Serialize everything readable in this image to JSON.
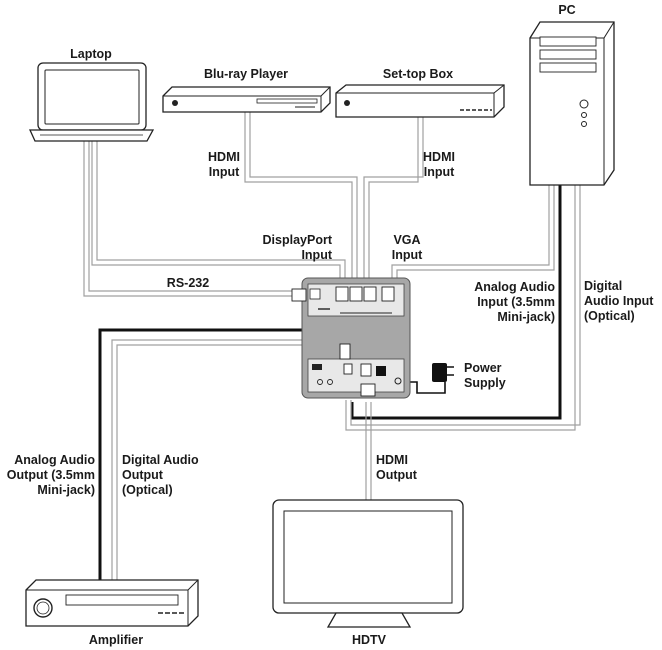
{
  "devices": {
    "laptop": "Laptop",
    "bluray": "Blu-ray Player",
    "settop": "Set-top Box",
    "pc": "PC",
    "amplifier": "Amplifier",
    "hdtv": "HDTV"
  },
  "connections": {
    "hdmi_input_left": [
      "HDMI",
      "Input"
    ],
    "hdmi_input_right": [
      "HDMI",
      "Input"
    ],
    "displayport_input": [
      "DisplayPort",
      "Input"
    ],
    "vga_input": [
      "VGA",
      "Input"
    ],
    "rs232": "RS-232",
    "analog_audio_input": [
      "Analog Audio",
      "Input (3.5mm",
      "Mini-jack)"
    ],
    "digital_audio_input": [
      "Digital",
      "Audio Input",
      "(Optical)"
    ],
    "power_supply": [
      "Power",
      "Supply"
    ],
    "analog_audio_output": [
      "Analog Audio",
      "Output (3.5mm",
      "Mini-jack)"
    ],
    "digital_audio_output": [
      "Digital Audio",
      "Output",
      "(Optical)"
    ],
    "hdmi_output": [
      "HDMI",
      "Output"
    ]
  }
}
